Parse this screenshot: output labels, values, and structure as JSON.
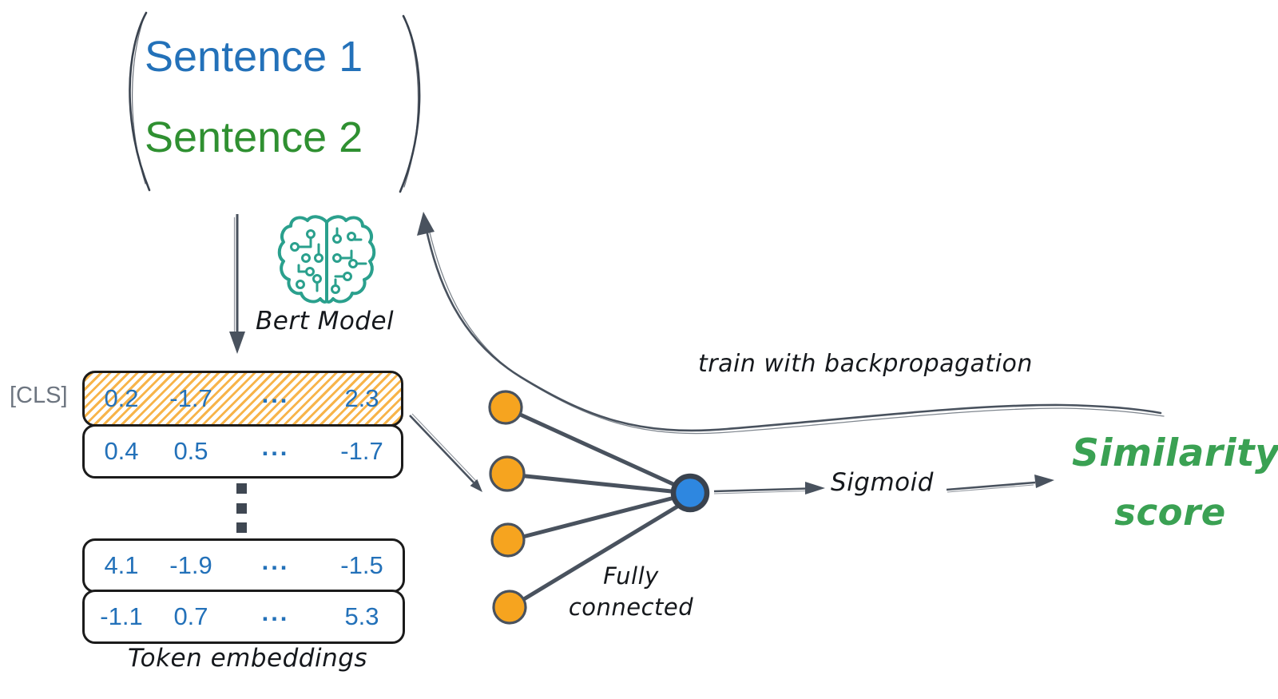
{
  "input": {
    "sentence1": "Sentence 1",
    "sentence2": "Sentence 2"
  },
  "bert": {
    "label": "Bert Model",
    "icon": "brain-circuit-icon"
  },
  "embeddings": {
    "cls_tag": "[CLS]",
    "caption": "Token embeddings",
    "rows": [
      {
        "highlighted": true,
        "values": [
          "0.2",
          "-1.7",
          "...",
          "2.3"
        ]
      },
      {
        "highlighted": false,
        "values": [
          "0.4",
          "0.5",
          "...",
          "-1.7"
        ]
      },
      {
        "highlighted": false,
        "values": [
          "4.1",
          "-1.9",
          "...",
          "-1.5"
        ]
      },
      {
        "highlighted": false,
        "values": [
          "-1.1",
          "0.7",
          "...",
          "5.3"
        ]
      }
    ]
  },
  "network": {
    "label_line1": "Fully",
    "label_line2": "connected",
    "input_neurons": 4,
    "output_neurons": 1
  },
  "output": {
    "activation_label": "Sigmoid",
    "result_line1": "Similarity",
    "result_line2": "score"
  },
  "training": {
    "label": "train with backpropagation"
  },
  "colors": {
    "sentence1_blue": "#2371b9",
    "sentence2_green": "#2f9031",
    "number_blue": "#2371b9",
    "neuron_orange": "#f6a41f",
    "neuron_blue": "#2e87e0",
    "stroke_slate": "#49525e",
    "brain_teal": "#2aa08d",
    "similarity_green": "#3aa153",
    "cls_gray": "#6d7580",
    "hatch_orange": "#f6a72a"
  }
}
